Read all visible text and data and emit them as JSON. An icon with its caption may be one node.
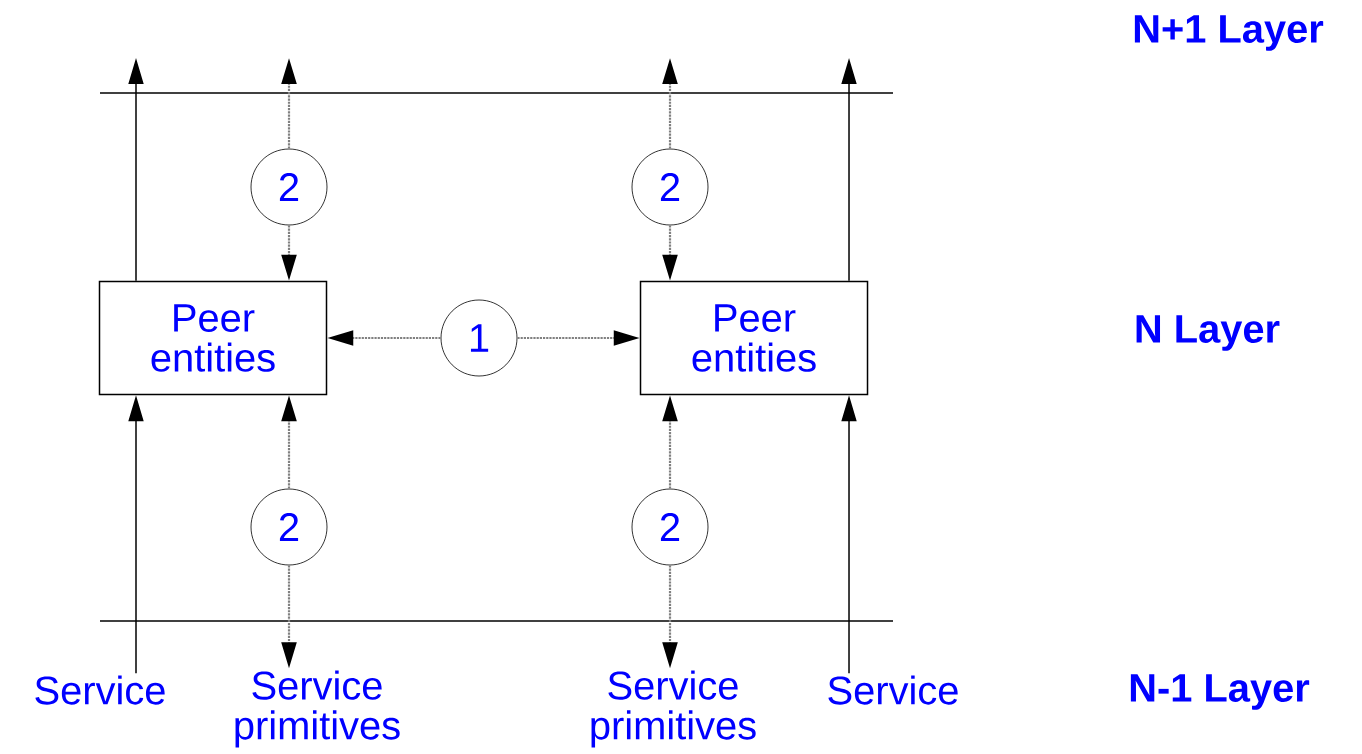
{
  "diagram": {
    "nodes": [
      {
        "text": [
          "Peer entities"
        ]
      },
      {
        "text": [
          "Peer entities"
        ]
      },
      {
        "text": [
          "1"
        ]
      },
      {
        "text": [
          "2"
        ]
      },
      {
        "text": [
          "2"
        ]
      },
      {
        "text": [
          "2"
        ]
      },
      {
        "text": [
          "2"
        ]
      },
      {
        "text": [
          "Service"
        ]
      },
      {
        "text": [
          "Service primitives"
        ]
      },
      {
        "text": [
          "Service primitives"
        ]
      },
      {
        "text": [
          "Service"
        ]
      }
    ],
    "edges": [
      {
        "from": 2,
        "to": 0,
        "arrow": "to",
        "style": "dashed",
        "color": "#808080"
      },
      {
        "from": 2,
        "to": 1,
        "arrow": "to",
        "style": "dashed",
        "color": "#808080"
      },
      {
        "from": 3,
        "to": 0,
        "arrow": "to",
        "style": "dashed",
        "color": "#808080"
      },
      {
        "from": 3,
        "to": null,
        "arrow": "to",
        "style": "dashed",
        "color": "#808080"
      },
      {
        "from": 4,
        "to": 1,
        "arrow": "to",
        "style": "dashed",
        "color": "#808080"
      },
      {
        "from": 4,
        "to": null,
        "arrow": "to",
        "style": "dashed",
        "color": "#808080"
      },
      {
        "from": 5,
        "to": 0,
        "arrow": "to",
        "style": "dashed",
        "color": "#808080"
      },
      {
        "from": 5,
        "to": 8,
        "arrow": "to",
        "style": "dashed",
        "color": "#808080"
      },
      {
        "from": 6,
        "to": 1,
        "arrow": "to",
        "style": "dashed",
        "color": "#808080"
      },
      {
        "from": 6,
        "to": 9,
        "arrow": "to",
        "style": "dashed",
        "color": "#808080"
      },
      {
        "from": 7,
        "to": 0,
        "arrow": "to",
        "color": "#000000"
      },
      {
        "from": 0,
        "to": null,
        "arrow": "to",
        "color": "#000000"
      },
      {
        "from": 10,
        "to": 1,
        "arrow": "to",
        "color": "#000000"
      },
      {
        "from": 1,
        "to": null,
        "arrow": "to",
        "color": "#000000"
      }
    ],
    "labels": [
      "N+1 Layer",
      "N Layer",
      "N-1 Layer"
    ]
  }
}
